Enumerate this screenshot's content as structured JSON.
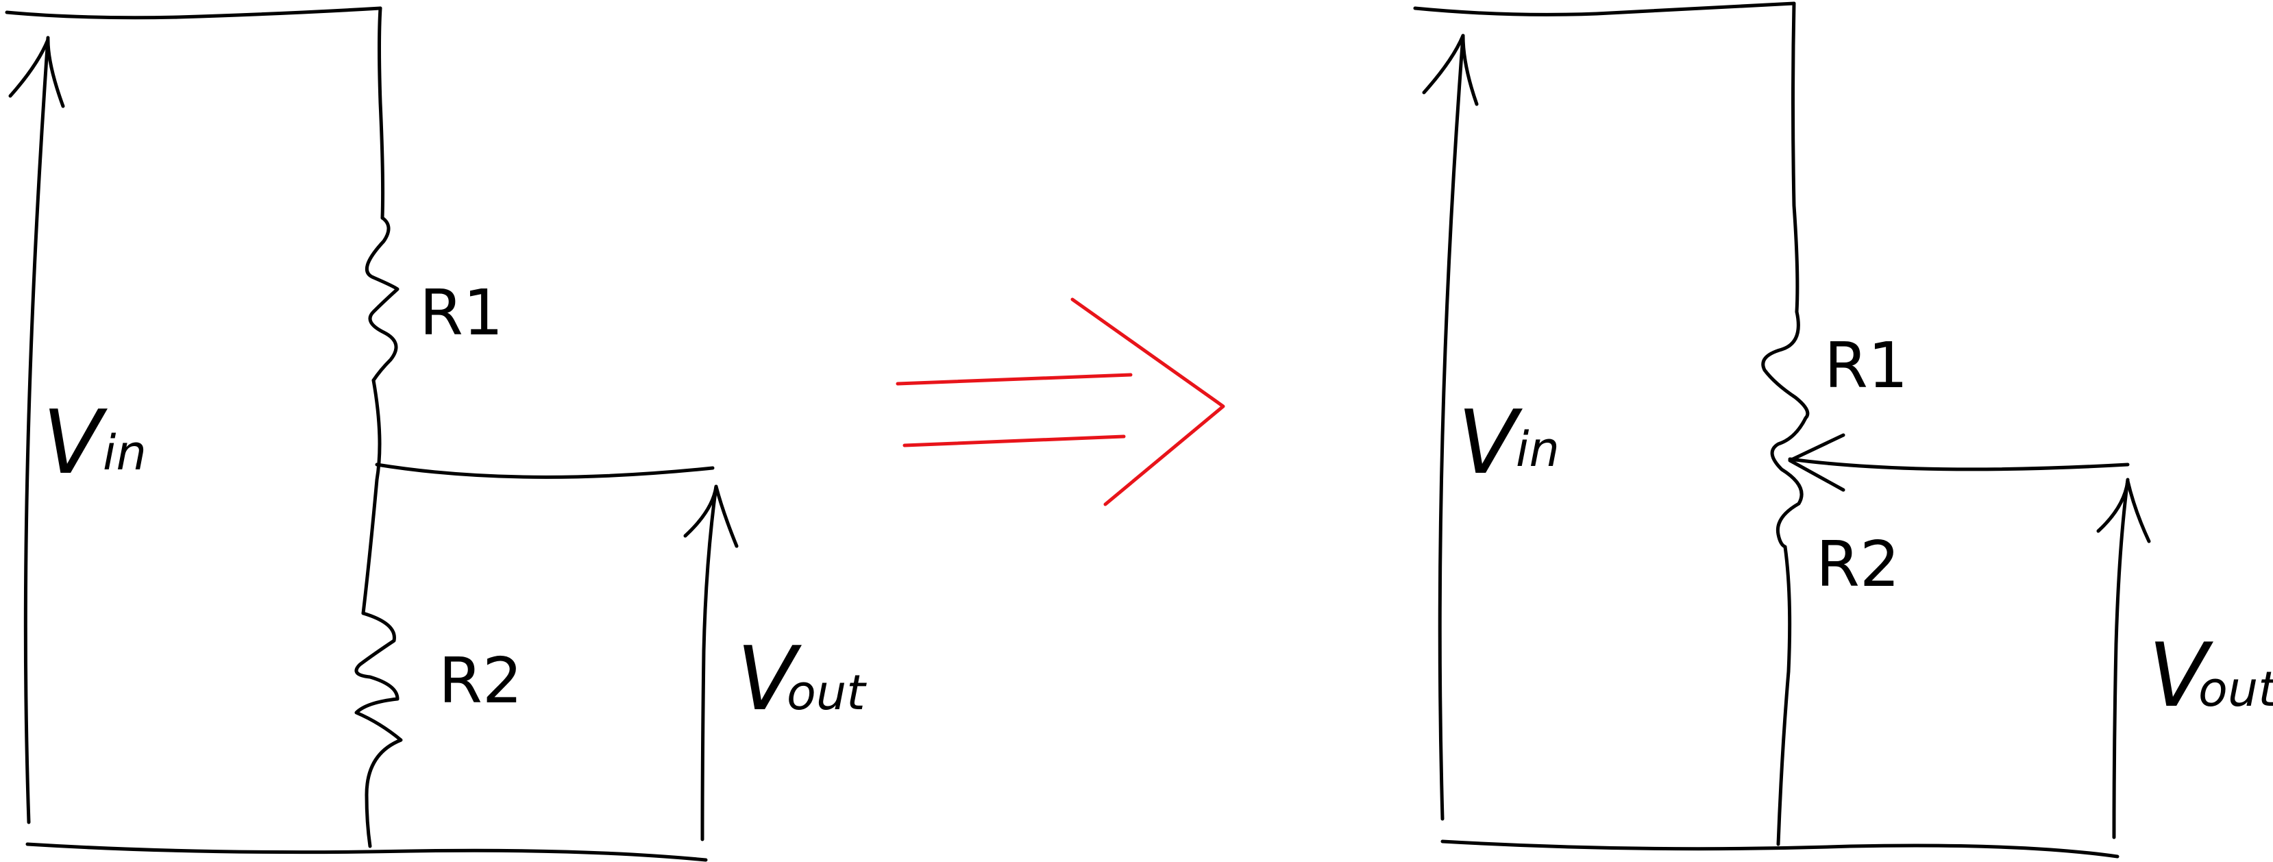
{
  "diagram": {
    "left": {
      "r1_label": "R1",
      "r2_label": "R2",
      "vin_main": "V",
      "vin_sub": "in",
      "vout_main": "V",
      "vout_sub": "out"
    },
    "right": {
      "r1_label": "R1",
      "r2_label": "R2",
      "vin_main": "V",
      "vin_sub": "in",
      "vout_main": "V",
      "vout_sub": "out"
    },
    "implies_color": "#e8141a",
    "ink_color": "#000000"
  }
}
